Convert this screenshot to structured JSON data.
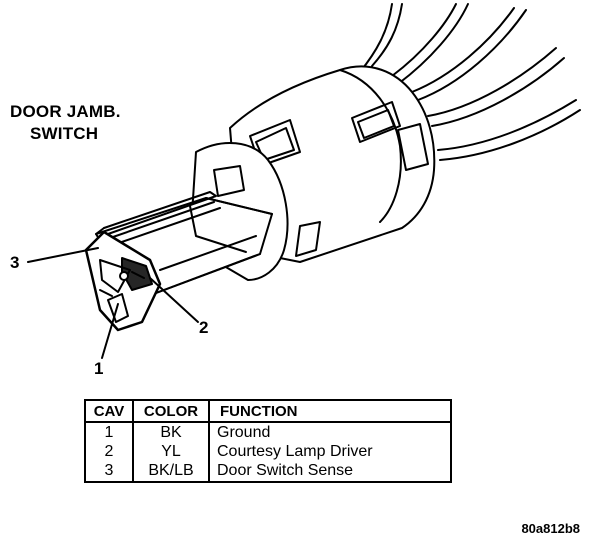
{
  "title": {
    "line1": "DOOR JAMB.",
    "line2": "SWITCH"
  },
  "callouts": {
    "one": "1",
    "two": "2",
    "three": "3"
  },
  "pin_table": {
    "headers": {
      "cav": "CAV",
      "color": "COLOR",
      "function": "FUNCTION"
    },
    "rows": [
      {
        "cav": "1",
        "color": "BK",
        "function": "Ground"
      },
      {
        "cav": "2",
        "color": "YL",
        "function": "Courtesy Lamp Driver"
      },
      {
        "cav": "3",
        "color": "BK/LB",
        "function": "Door Switch Sense"
      }
    ]
  },
  "figure_id": "80a812b8",
  "colors": {
    "ink": "#000000",
    "paper": "#ffffff"
  }
}
